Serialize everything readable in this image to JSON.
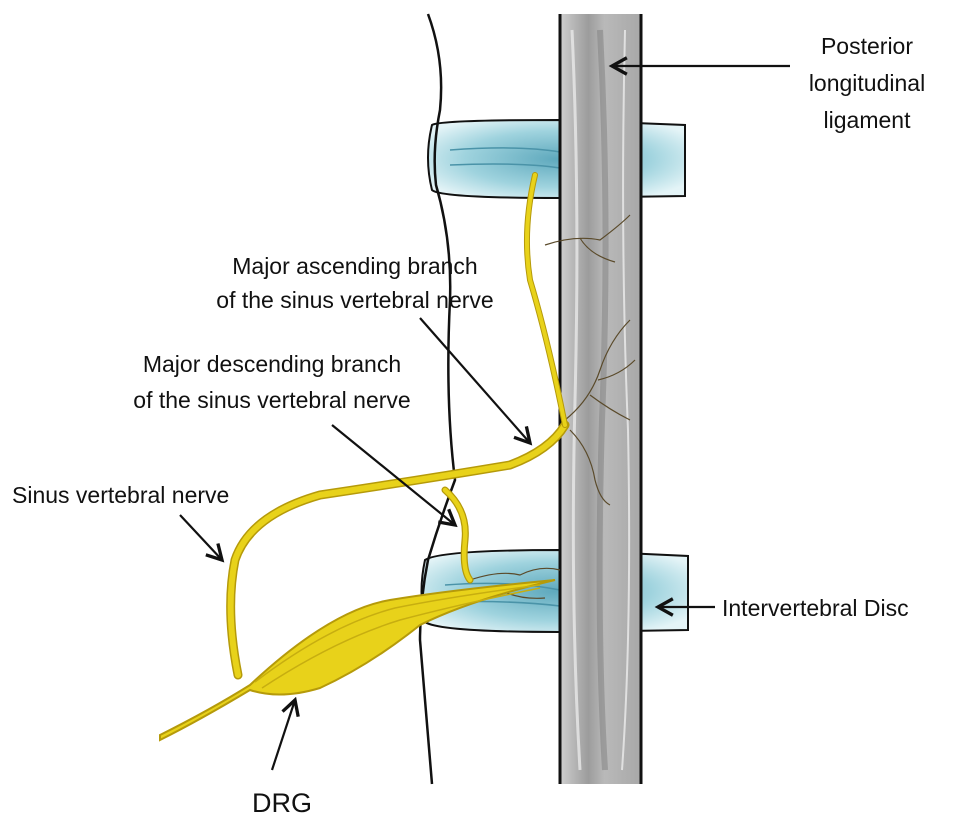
{
  "labels": {
    "pll": [
      "Posterior",
      "longitudinal",
      "ligament"
    ],
    "ascending": [
      "Major ascending branch",
      "of the sinus vertebral nerve"
    ],
    "descending": [
      "Major descending branch",
      "of the sinus vertebral nerve"
    ],
    "svn": "Sinus vertebral nerve",
    "disc": "Intervertebral Disc",
    "drg": "DRG"
  },
  "colors": {
    "nerve": "#e8d21a",
    "nerve_dark": "#b59a0a",
    "disc": "#7fc3d1",
    "disc_light": "#d6eef2",
    "ligament": "#9a9a9a",
    "ligament_light": "#d8d8d8",
    "outline": "#111111"
  }
}
